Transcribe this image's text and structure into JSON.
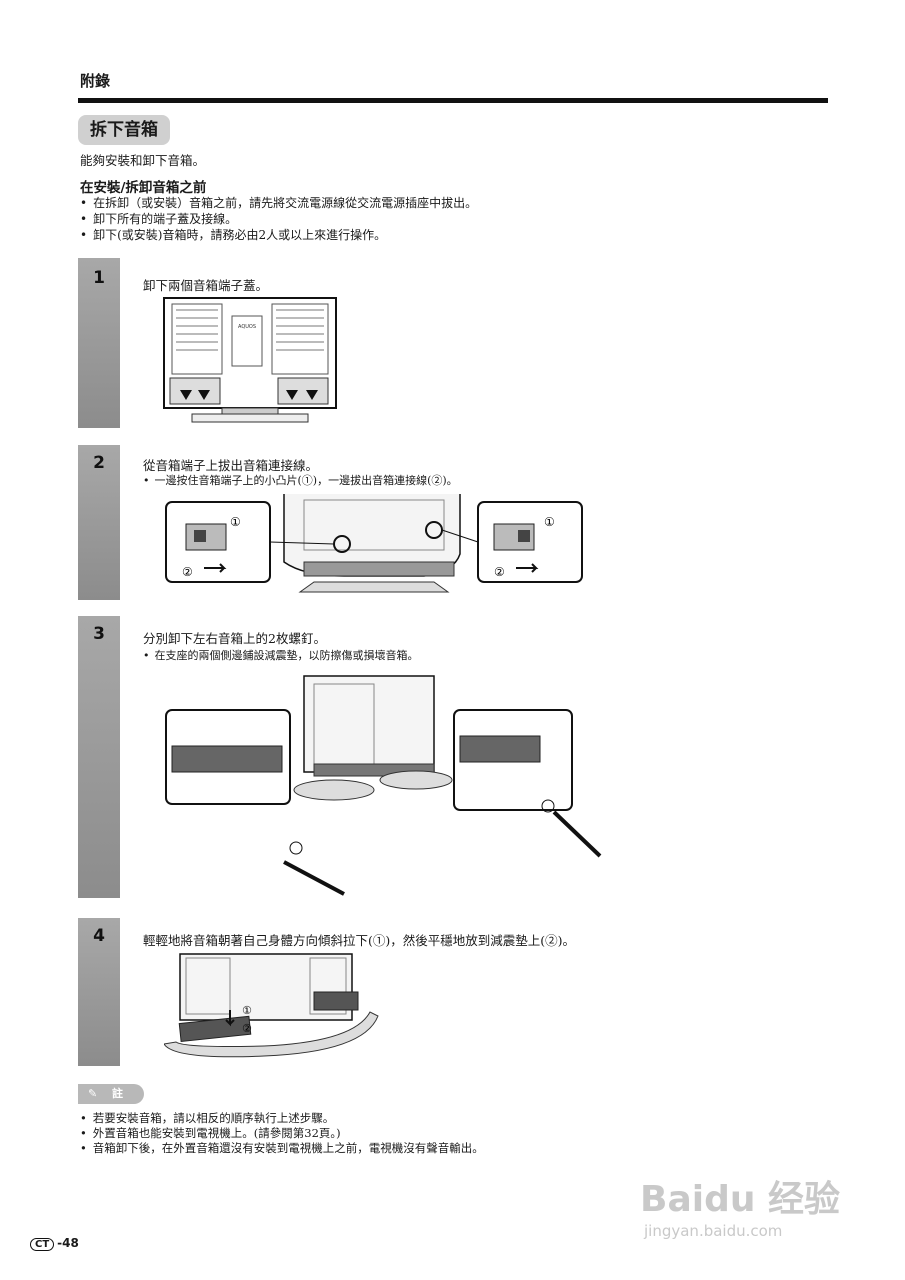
{
  "header": {
    "section": "附錄"
  },
  "title": "拆下音箱",
  "intro": "能夠安裝和卸下音箱。",
  "before": {
    "heading": "在安裝/拆卸音箱之前",
    "bullets": [
      "在拆卸（或安裝）音箱之前，請先將交流電源線從交流電源插座中拔出。",
      "卸下所有的端子蓋及接線。",
      "卸下(或安裝)音箱時，請務必由2人或以上來進行操作。"
    ]
  },
  "steps": [
    {
      "num": "1",
      "text": "卸下兩個音箱端子蓋。"
    },
    {
      "num": "2",
      "text": "從音箱端子上拔出音箱連接線。",
      "sub": "一邊按住音箱端子上的小凸片(①)，一邊拔出音箱連接線(②)。"
    },
    {
      "num": "3",
      "text": "分別卸下左右音箱上的2枚螺釘。",
      "sub": "在支座的兩個側邊鋪設減震墊，以防擦傷或損壞音箱。"
    },
    {
      "num": "4",
      "text": "輕輕地將音箱朝著自己身體方向傾斜拉下(①)，然後平穩地放到減震墊上(②)。"
    }
  ],
  "diagram_labels": {
    "brand": "AQUOS",
    "callout_1": "①",
    "callout_2": "②"
  },
  "note": {
    "label": "註",
    "items": [
      "若要安裝音箱，請以相反的順序執行上述步驟。",
      "外置音箱也能安裝到電視機上。(請參閱第32頁。)",
      "音箱卸下後，在外置音箱還沒有安裝到電視機上之前，電視機沒有聲音輸出。"
    ]
  },
  "footer": {
    "lang_badge": "CT",
    "page": "-48"
  },
  "watermark": {
    "brand": "Baidu 经验",
    "url": "jingyan.baidu.com"
  }
}
